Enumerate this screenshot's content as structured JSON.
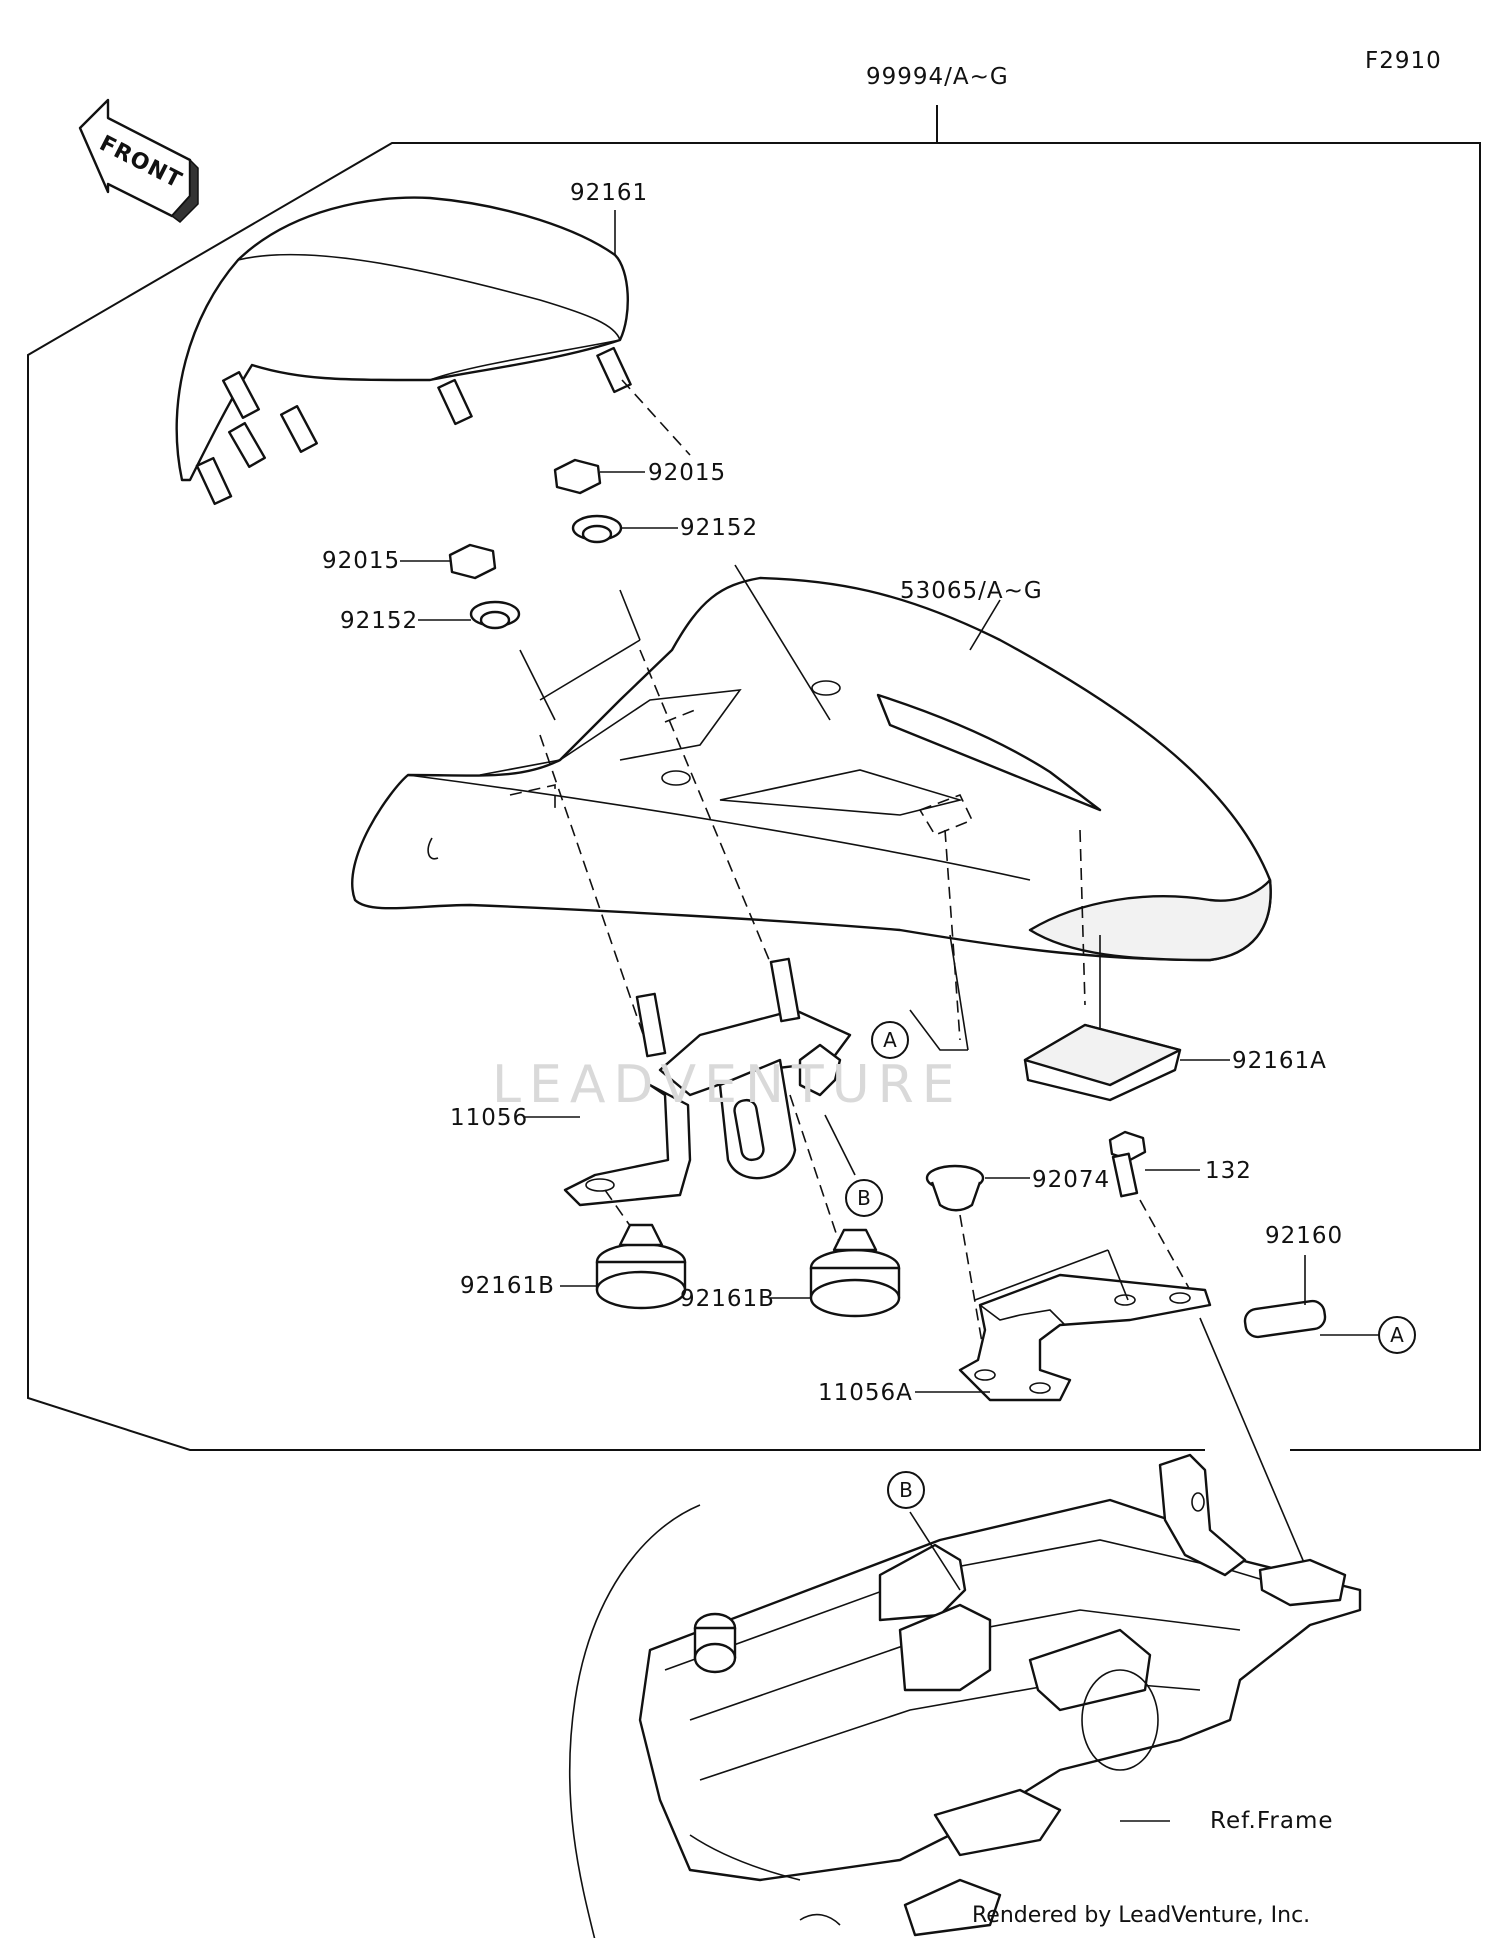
{
  "figure_code": "F2910",
  "front_arrow_label": "FRONT",
  "watermark": "LEADVENTURE",
  "credit": "Rendered by LeadVenture, Inc.",
  "callouts": {
    "a1": "A",
    "a2": "A",
    "b1": "B",
    "b2": "B"
  },
  "parts": {
    "kit": "99994/A~G",
    "seat_cover": "53065/A~G",
    "pad_top": "92161",
    "pad_a": "92161A",
    "bumper_b1": "92161B",
    "bumper_b2": "92161B",
    "nut_1": "92015",
    "nut_2": "92015",
    "collar_1": "92152",
    "collar_2": "92152",
    "bracket": "11056",
    "bracket_a": "11056A",
    "grommet": "92074",
    "bolt": "132",
    "pad_92160": "92160",
    "ref_frame": "Ref.Frame"
  }
}
